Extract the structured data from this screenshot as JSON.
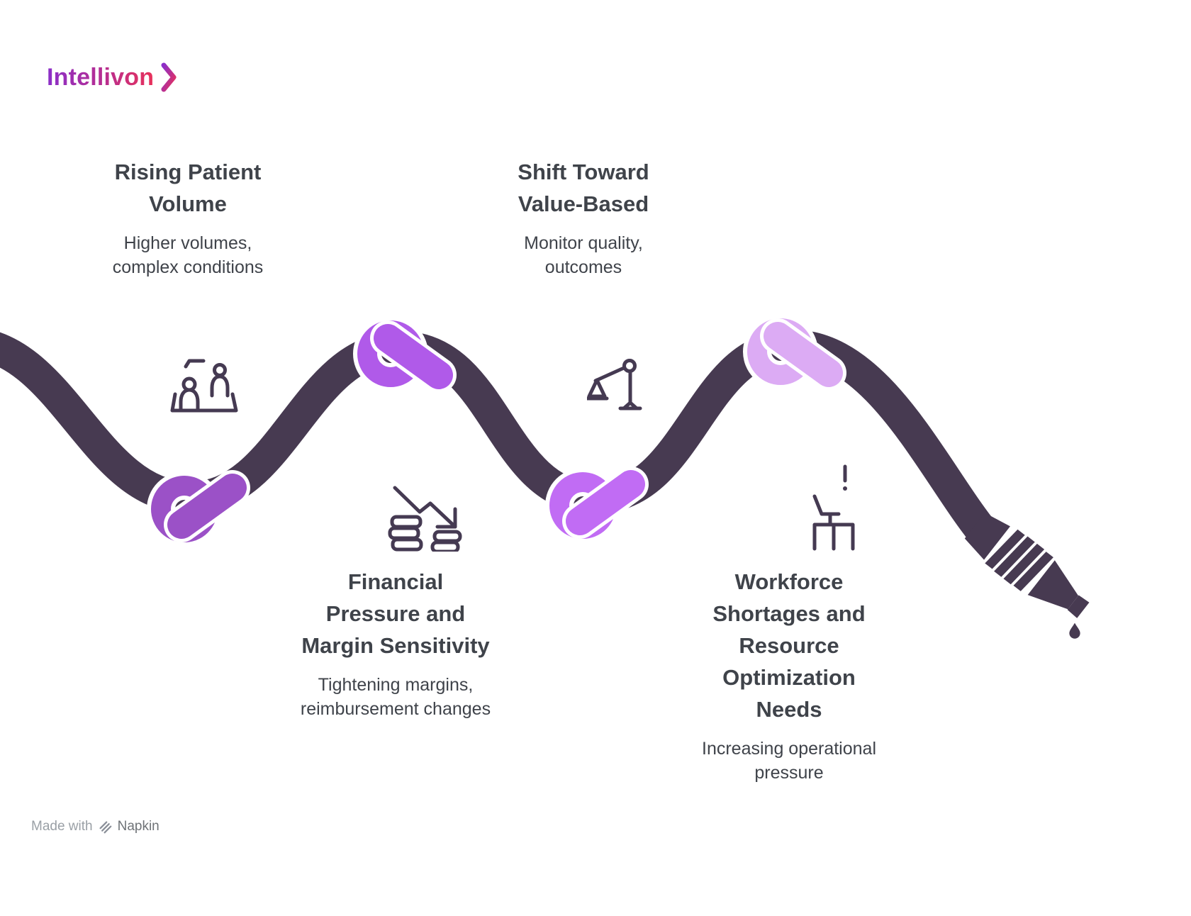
{
  "brand": {
    "name": "Intellivon"
  },
  "steps": [
    {
      "title": "Rising Patient Volume",
      "title_lines": [
        "Rising Patient",
        "Volume"
      ],
      "subtitle_lines": [
        "Higher volumes,",
        "complex conditions"
      ],
      "icon": "patients-icon",
      "knot_color": "#9b51c7"
    },
    {
      "title": "Financial Pressure and Margin Sensitivity",
      "title_lines": [
        "Financial",
        "Pressure and",
        "Margin Sensitivity"
      ],
      "subtitle_lines": [
        "Tightening margins,",
        "reimbursement changes"
      ],
      "icon": "declining-coins-icon",
      "knot_color": "#b05ae9"
    },
    {
      "title": "Shift Toward Value-Based",
      "title_lines": [
        "Shift Toward",
        "Value-Based"
      ],
      "subtitle_lines": [
        "Monitor quality,",
        "outcomes"
      ],
      "icon": "balance-scale-icon",
      "knot_color": "#c16cf4"
    },
    {
      "title": "Workforce Shortages and Resource Optimization Needs",
      "title_lines": [
        "Workforce",
        "Shortages and",
        "Resource",
        "Optimization",
        "Needs"
      ],
      "subtitle_lines": [
        "Increasing operational",
        "pressure"
      ],
      "icon": "workstation-icon",
      "knot_color": "#dcabf4"
    }
  ],
  "footer": {
    "made_with": "Made with",
    "brand": "Napkin"
  },
  "colors": {
    "rope": "#473a51",
    "icon_stroke": "#453a52",
    "text": "#3f434a",
    "logo_gradient_start": "#8b2fc9",
    "logo_gradient_end": "#e8315a",
    "knot_1": "#9b51c7",
    "knot_2": "#b05ae9",
    "knot_3": "#c16cf4",
    "knot_4": "#dcabf4"
  }
}
